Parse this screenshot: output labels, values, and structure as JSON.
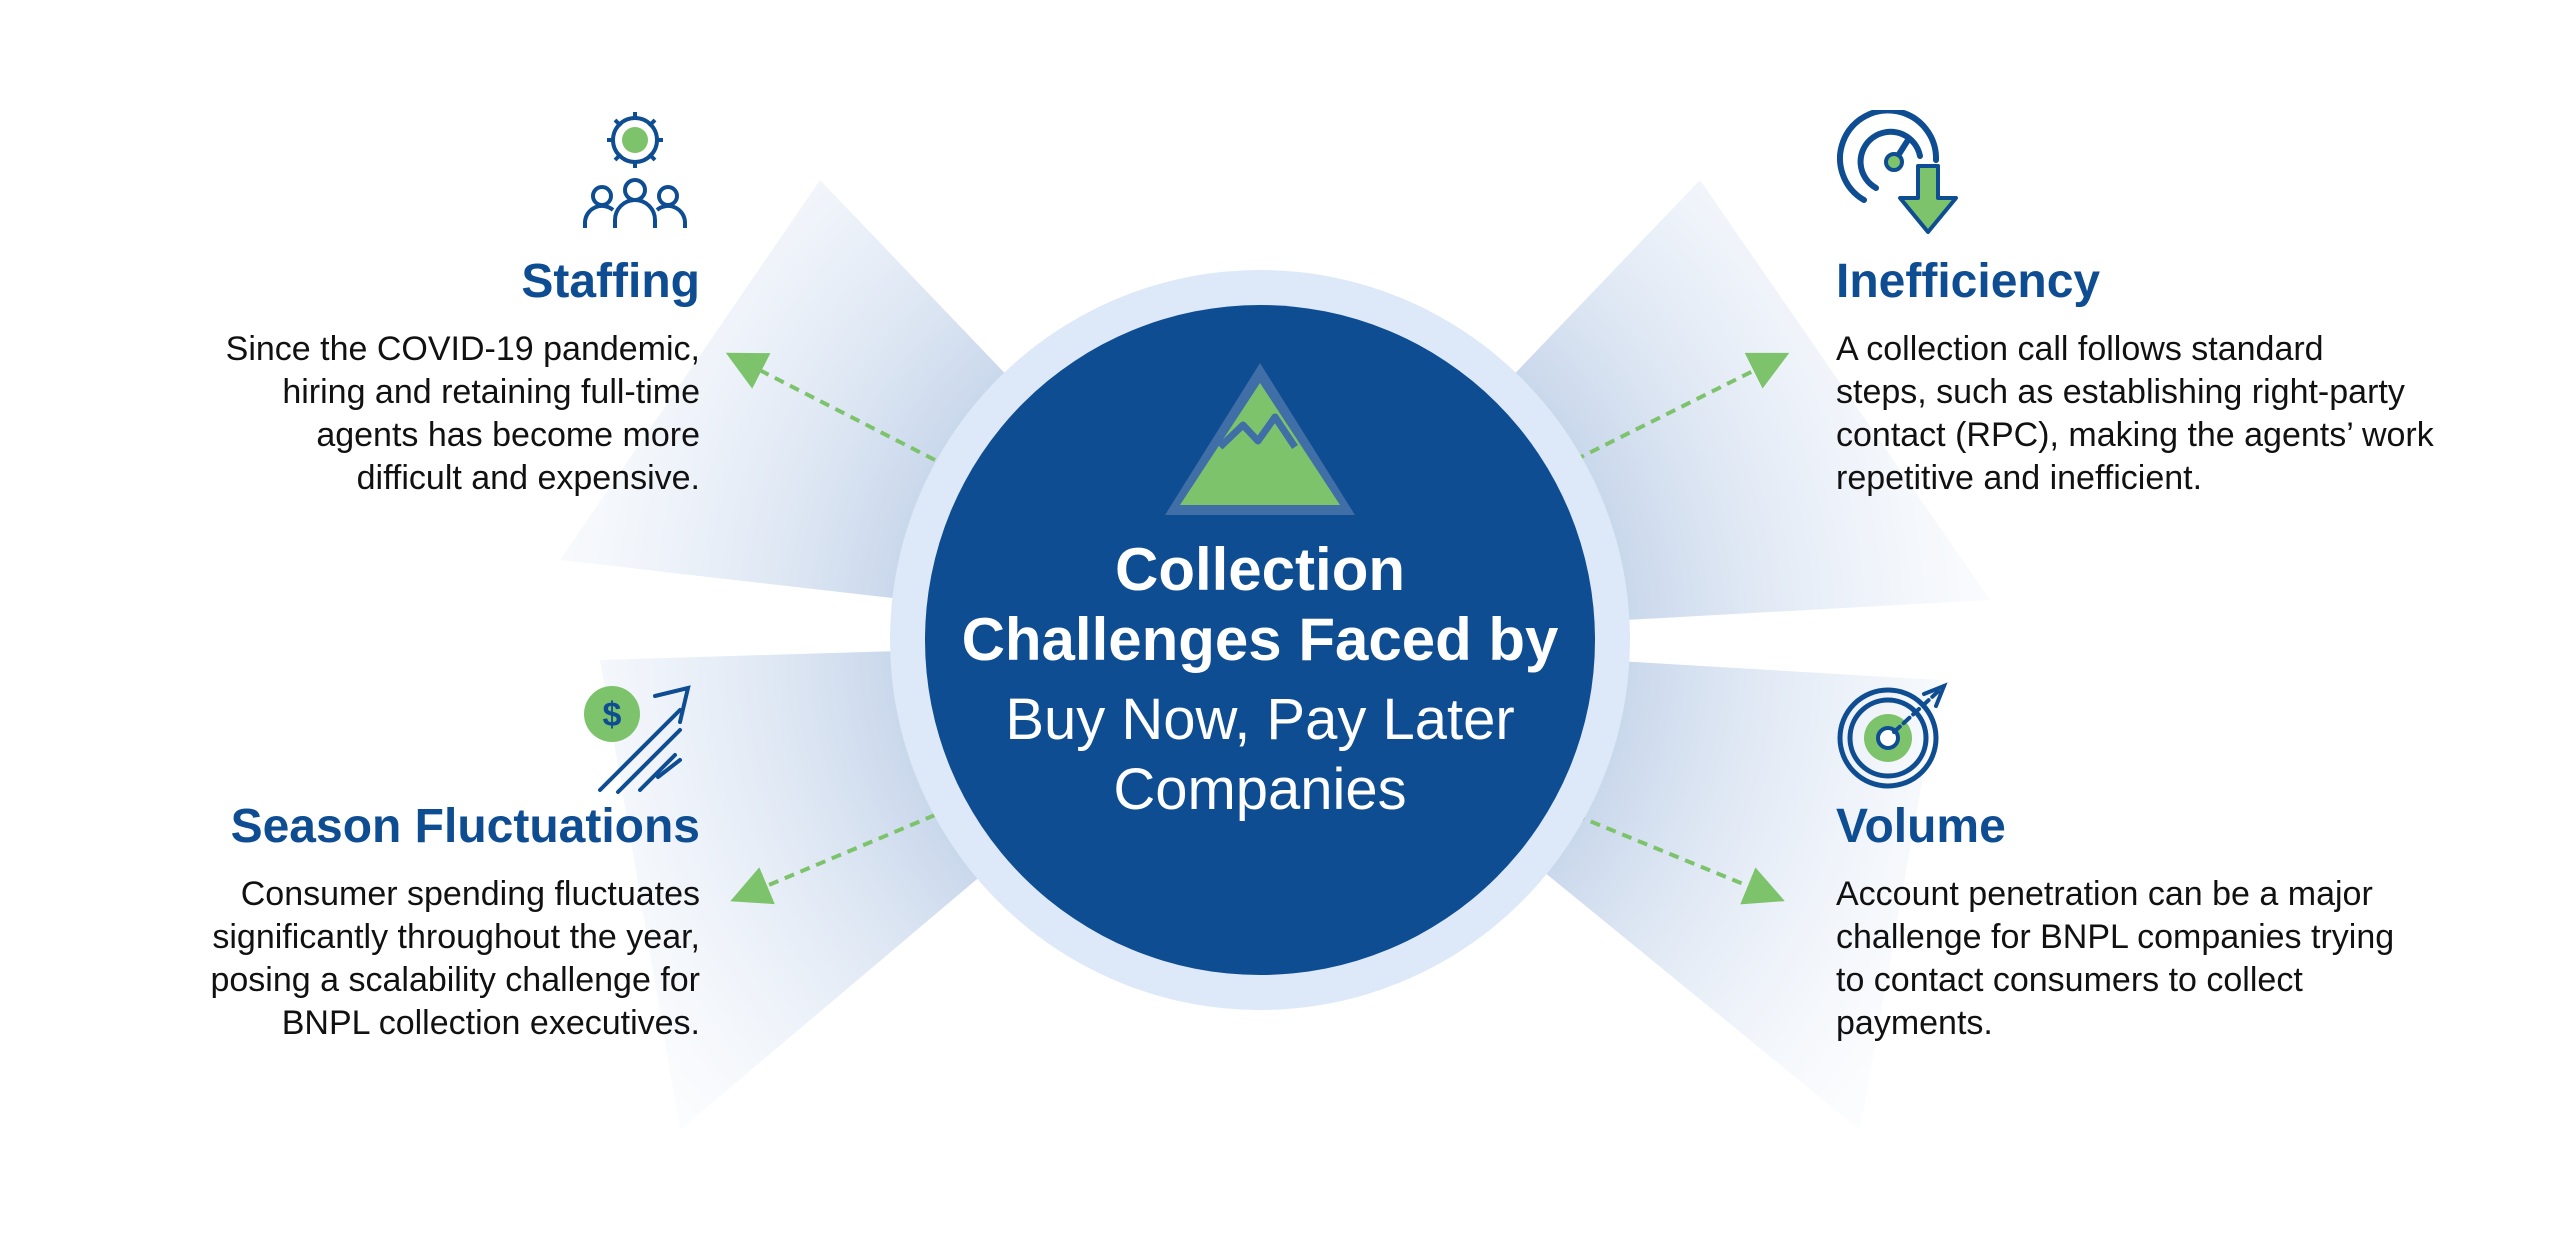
{
  "hub": {
    "title_lines": [
      "Collection",
      "Challenges Faced by"
    ],
    "subtitle_lines": [
      "Buy Now, Pay Later",
      "Companies"
    ]
  },
  "items": [
    {
      "id": "staffing",
      "side": "left",
      "icon": "team-gear-icon",
      "title": "Staffing",
      "lines": [
        "Since the COVID-19 pandemic,",
        "hiring and retaining full-time",
        "agents has become more",
        "difficult and expensive."
      ]
    },
    {
      "id": "season",
      "side": "left",
      "icon": "money-growth-arrow-icon",
      "title": "Season Fluctuations",
      "lines": [
        "Consumer spending fluctuates",
        "significantly throughout the year,",
        "posing a scalability challenge for",
        "BNPL collection executives."
      ]
    },
    {
      "id": "inefficiency",
      "side": "right",
      "icon": "gauge-down-arrow-icon",
      "title": "Inefficiency",
      "lines": [
        "A collection call follows standard",
        "steps, such as establishing right-party",
        "contact (RPC), making the agents’ work",
        "repetitive and inefficient."
      ]
    },
    {
      "id": "volume",
      "side": "right",
      "icon": "target-arrow-icon",
      "title": "Volume",
      "lines": [
        "Account penetration can be a major",
        "challenge for BNPL companies trying",
        "to contact consumers to collect",
        "payments."
      ]
    }
  ],
  "colors": {
    "primary_blue": "#0e4d92",
    "hub_ring": "#dde9f8",
    "accent_green": "#7dc36b",
    "text": "#111111"
  }
}
